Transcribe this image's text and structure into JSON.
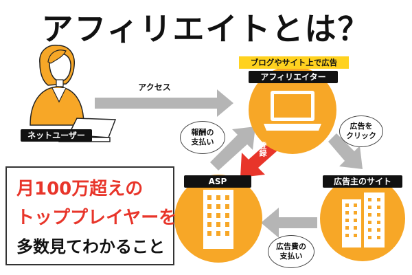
{
  "title": "アフィリエイトとは？",
  "nodes": {
    "affiliator": {
      "tag": "ブログやサイト上で広告",
      "label": "アフィリエイター"
    },
    "user": {
      "label": "ネットユーザー"
    },
    "asp": {
      "label": "ASP"
    },
    "advertiser": {
      "label": "広告主のサイト"
    }
  },
  "flows": {
    "access": "アクセス",
    "click": [
      "広告を",
      "クリック"
    ],
    "ad_fee": [
      "広告費の",
      "支払い"
    ],
    "reward": [
      "報酬の",
      "支払い"
    ],
    "register": "登録"
  },
  "promo": {
    "line1": "月100万超えの",
    "line2": "トッププレイヤーを",
    "line3": "多数見てわかること"
  },
  "colors": {
    "orange": "#F7A727",
    "gray_arrow": "#B5B5B5",
    "red_accent": "#E8352A",
    "yellow_tag": "#FFD21F"
  }
}
